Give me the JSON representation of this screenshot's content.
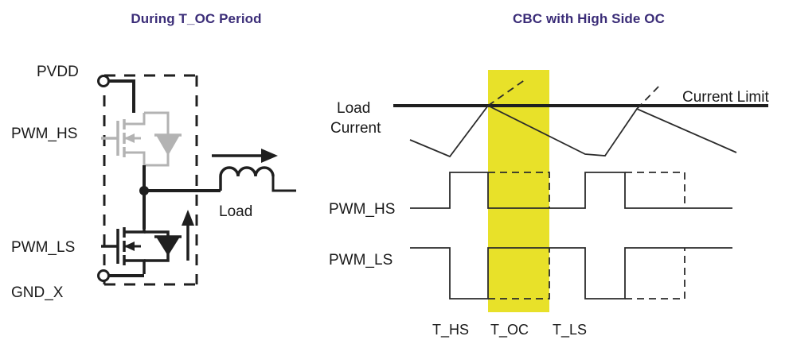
{
  "left_panel": {
    "title": "During T_OC Period",
    "labels": {
      "pvdd": "PVDD",
      "pwm_hs": "PWM_HS",
      "pwm_ls": "PWM_LS",
      "gnd_x": "GND_X",
      "load": "Load"
    },
    "icons": {
      "hs_mosfet": "mosfet-high-side-icon",
      "ls_mosfet": "mosfet-low-side-icon",
      "inductor": "inductor-icon",
      "current_arrow": "current-direction-arrow-icon",
      "body_diode": "body-diode-icon",
      "package_boundary": "dashed-package-boundary"
    },
    "colors": {
      "inactive_device": "#b0b0b0",
      "active_device": "#1f1f1f",
      "wire": "#1f1f1f"
    }
  },
  "right_panel": {
    "title": "CBC with High Side OC",
    "labels": {
      "load_current_line1": "Load",
      "load_current_line2": "Current",
      "current_limit": "Current Limit",
      "pwm_hs": "PWM_HS",
      "pwm_ls": "PWM_LS"
    },
    "time_axis": {
      "ticks": [
        "T_HS",
        "T_OC",
        "T_LS"
      ]
    },
    "colors": {
      "highlight": "#E8E129",
      "trace": "#2b2b2b",
      "limit_line": "#1f1f1f"
    }
  },
  "chart_data": {
    "type": "line",
    "title": "CBC with High Side OC",
    "xlabel": "",
    "ylabel": "",
    "grid": false,
    "legend": "none",
    "annotations": [
      "Current Limit",
      "Load Current",
      "T_HS",
      "T_OC",
      "T_LS"
    ],
    "highlight_band": {
      "label": "T_OC",
      "x_start": 613,
      "x_end": 690,
      "color": "#E8E129"
    },
    "series": [
      {
        "name": "Load Current",
        "style": "solid",
        "points": [
          [
            515,
            176
          ],
          [
            565,
            197
          ],
          [
            613,
            133
          ],
          [
            735,
            194
          ],
          [
            760,
            196
          ],
          [
            800,
            137
          ],
          [
            925,
            192
          ]
        ]
      },
      {
        "name": "Load Current (would-be, clipped)",
        "style": "dashed",
        "points": [
          [
            613,
            133
          ],
          [
            660,
            100
          ]
        ]
      },
      {
        "name": "Load Current (would-be, clipped 2)",
        "style": "dashed",
        "points": [
          [
            800,
            137
          ],
          [
            830,
            106
          ]
        ]
      },
      {
        "name": "Current Limit",
        "style": "solid-bold",
        "points": [
          [
            494,
            133
          ],
          [
            965,
            133
          ]
        ]
      },
      {
        "name": "PWM_HS",
        "style": "digital",
        "levels": [
          {
            "t": 515,
            "v": 0
          },
          {
            "t": 565,
            "v": 1
          },
          {
            "t": 613,
            "v": 0
          },
          {
            "t": 690,
            "v": 0
          },
          {
            "t": 735,
            "v": 1
          },
          {
            "t": 785,
            "v": 0
          },
          {
            "t": 920,
            "v": 0
          }
        ]
      },
      {
        "name": "PWM_HS (nominal, dashed)",
        "style": "digital-dashed",
        "levels": [
          {
            "t": 613,
            "v": 1
          },
          {
            "t": 690,
            "v": 1
          },
          {
            "t": 785,
            "v": 1
          },
          {
            "t": 860,
            "v": 1
          }
        ]
      },
      {
        "name": "PWM_LS",
        "style": "digital",
        "levels": [
          {
            "t": 515,
            "v": 1
          },
          {
            "t": 565,
            "v": 0
          },
          {
            "t": 613,
            "v": 1
          },
          {
            "t": 690,
            "v": 1
          },
          {
            "t": 735,
            "v": 0
          },
          {
            "t": 785,
            "v": 1
          },
          {
            "t": 920,
            "v": 1
          }
        ]
      },
      {
        "name": "PWM_LS (nominal, dashed)",
        "style": "digital-dashed",
        "levels": [
          {
            "t": 613,
            "v": 0
          },
          {
            "t": 690,
            "v": 0
          },
          {
            "t": 785,
            "v": 0
          },
          {
            "t": 860,
            "v": 0
          }
        ]
      }
    ]
  }
}
